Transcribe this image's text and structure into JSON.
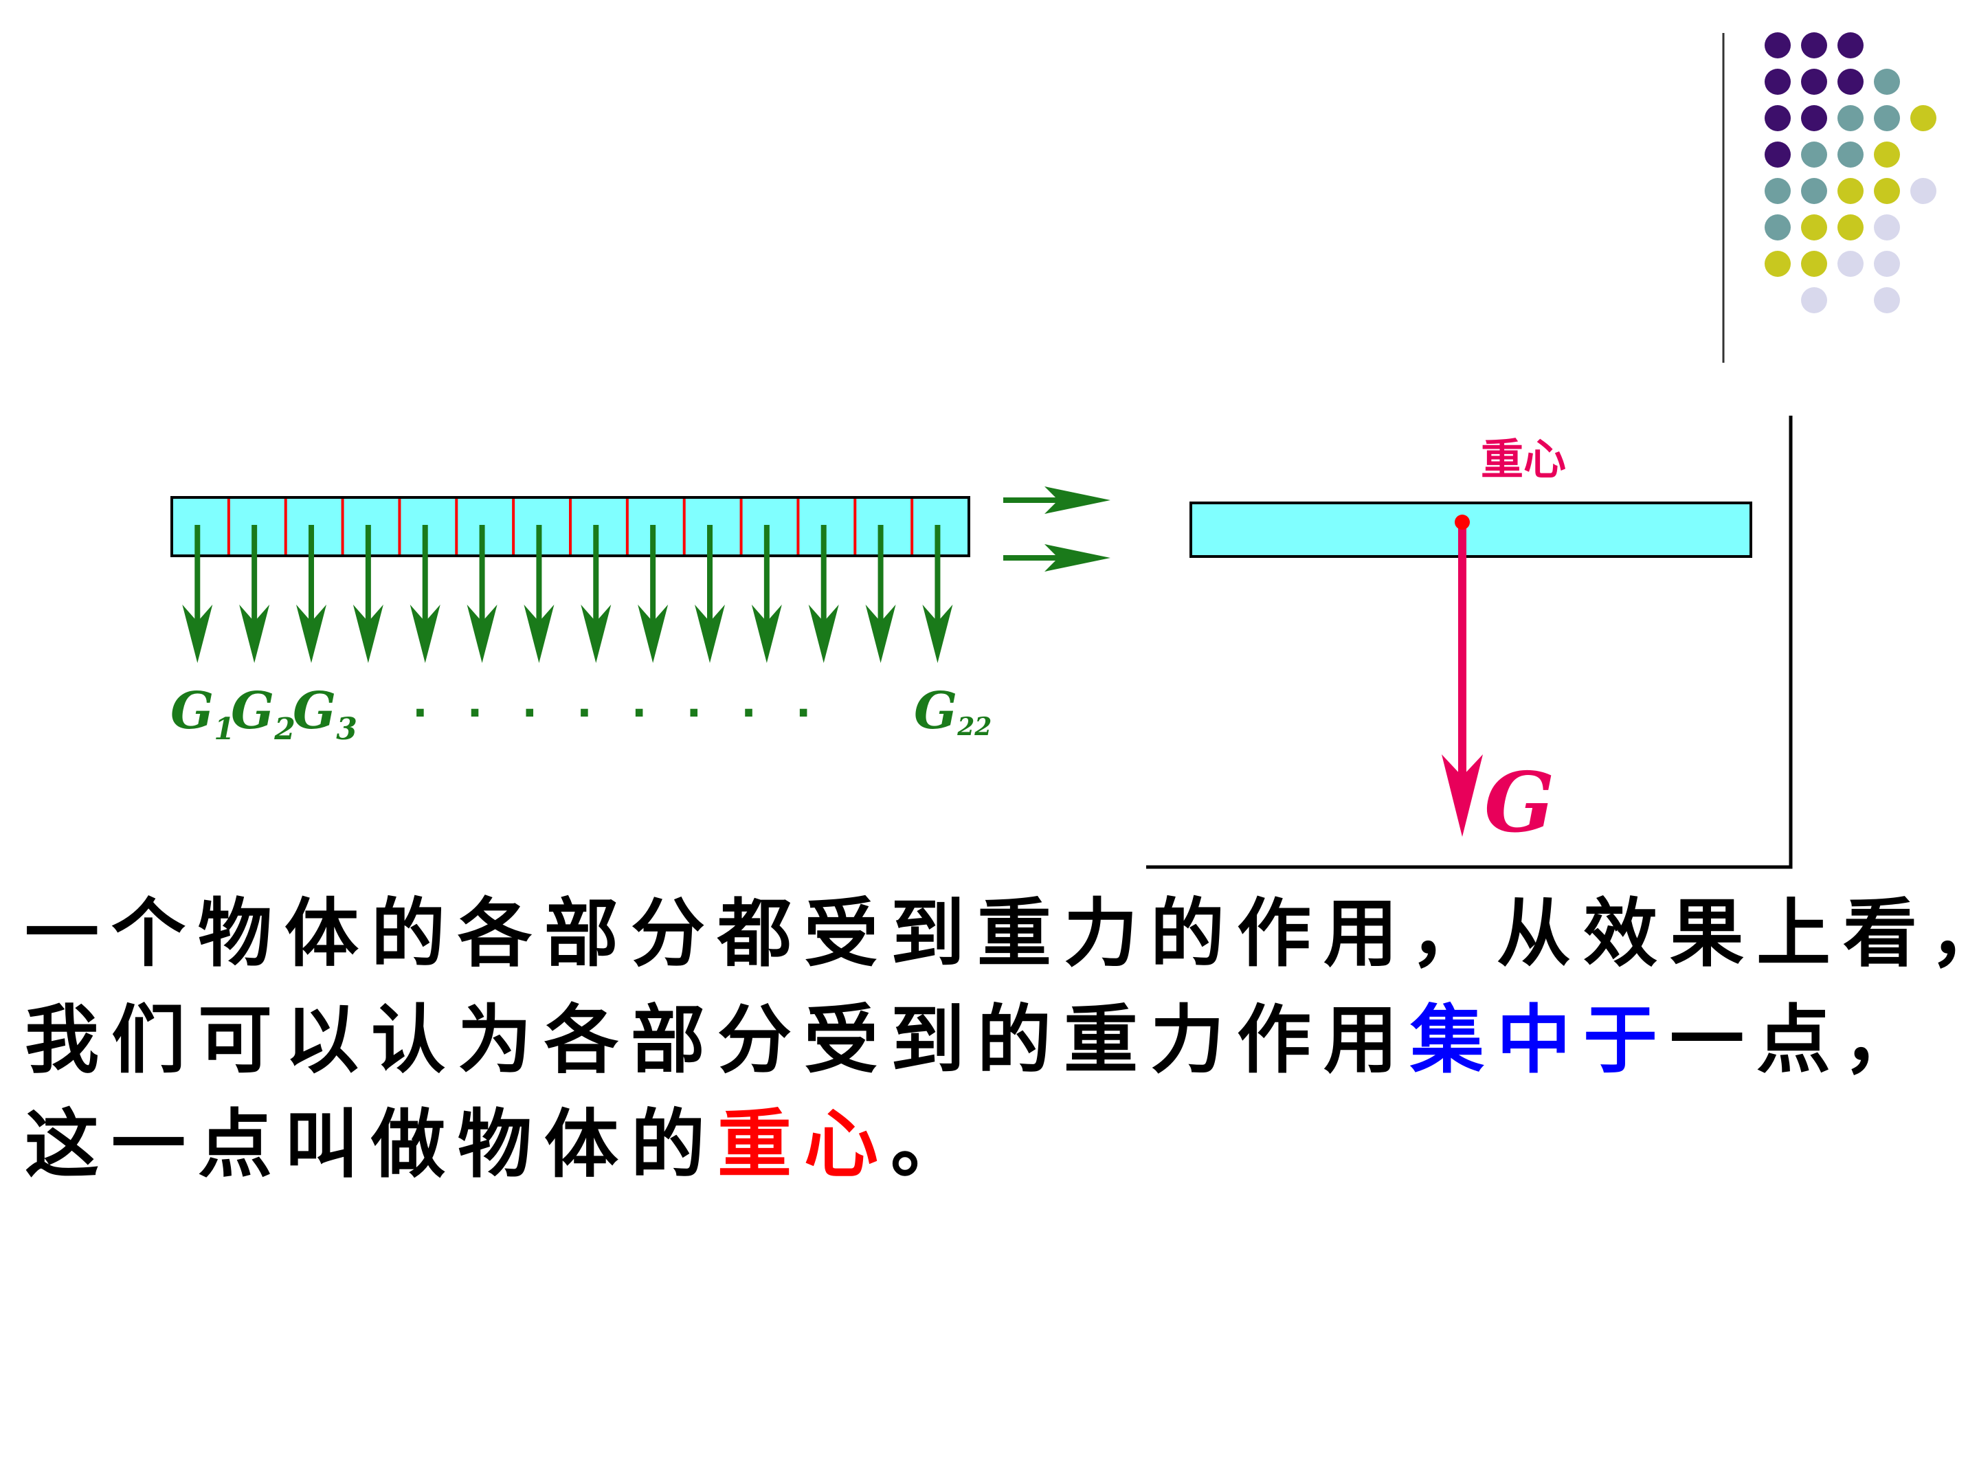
{
  "diagram": {
    "left_labels": {
      "g1_base": "G",
      "g1_sub": "1",
      "g2_base": "G",
      "g2_sub": "2",
      "g3_base": "G",
      "g3_sub": "3",
      "dots": "· · · · · · · ·",
      "gn_base": "G",
      "gn_sub": "22"
    },
    "right_labels": {
      "center_label": "重心",
      "weight_label": "G"
    },
    "segment_count": 14,
    "colors": {
      "bar_fill": "#80ffff",
      "segment_line": "#ff0000",
      "force_arrow": "#1a7a1a",
      "gravity_arrow": "#e8005a"
    }
  },
  "caption": {
    "line1": "一个物体的各部分都受到重力的作用，从效果上看，",
    "line2_pre": "我们可以认为各部分受到的重力作用",
    "line2_hl": "集中于",
    "line2_post": "一点，",
    "line3_pre": "这一点叫做物体的",
    "line3_hl": "重心",
    "line3_post": "。"
  },
  "decor": {
    "dot_colors": [
      "#3d0f6b",
      "#6f9fa0",
      "#c8c81f",
      "#d8d8ec"
    ]
  }
}
